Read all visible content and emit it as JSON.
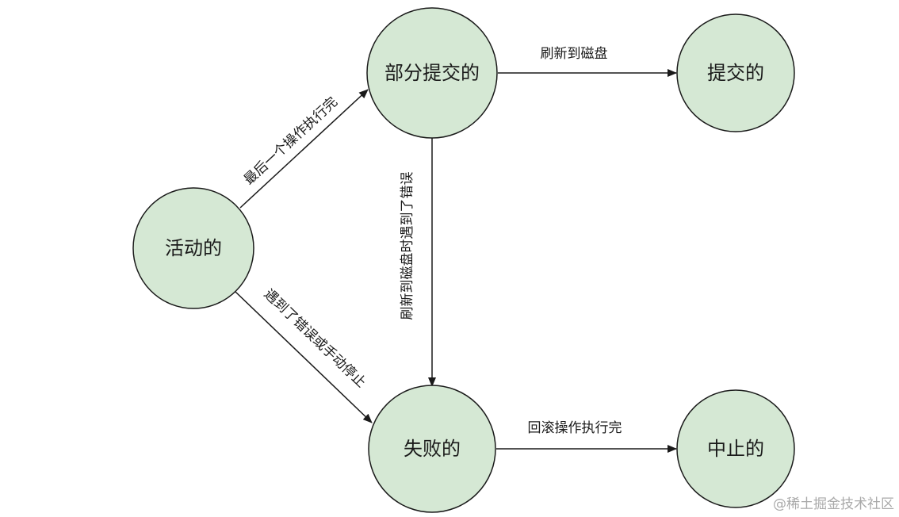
{
  "nodes": {
    "active": "活动的",
    "partially_committed": "部分提交的",
    "committed": "提交的",
    "failed": "失败的",
    "aborted": "中止的"
  },
  "edges": {
    "last_op_done": "最后一个操作执行完",
    "flush_to_disk": "刷新到磁盘",
    "flush_error": "刷新到磁盘时遇到了错误",
    "error_or_stop": "遇到了错误或手动停止",
    "rollback_done": "回滚操作执行完"
  },
  "watermark": "@稀土掘金技术社区",
  "colors": {
    "node_fill": "#d5e8d4",
    "stroke": "#1a1a1a",
    "watermark": "#a9a9a9"
  }
}
